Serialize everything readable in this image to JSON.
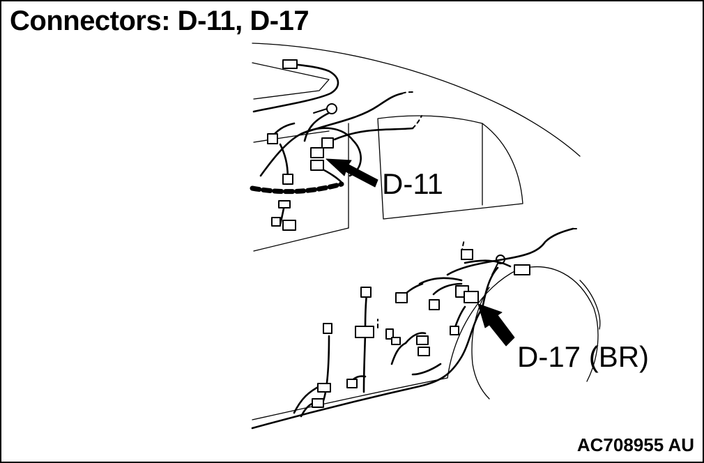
{
  "title": "Connectors: D-11, D-17",
  "callouts": {
    "d11": "D-11",
    "d17": "D-17 (BR)"
  },
  "figure_code": "AC708955 AU"
}
